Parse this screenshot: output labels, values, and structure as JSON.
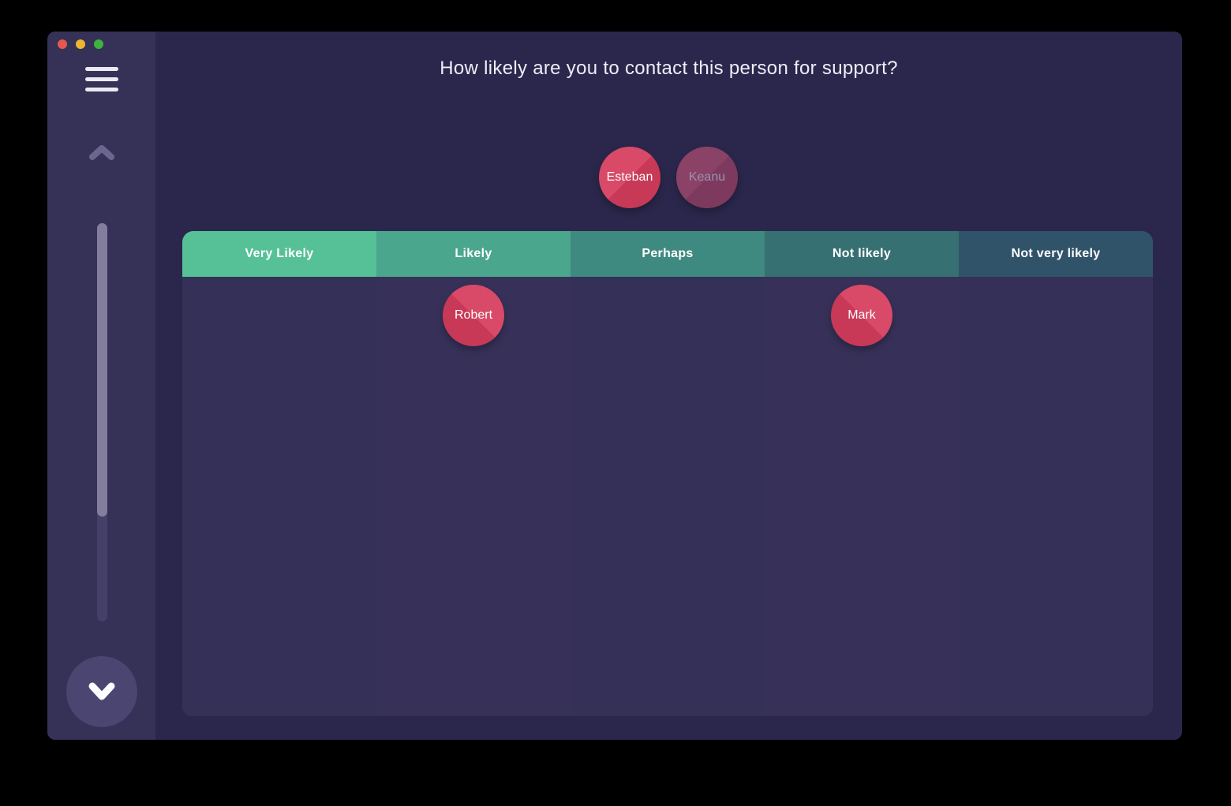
{
  "window": {
    "controls": [
      {
        "name": "close",
        "color": "#e4594f"
      },
      {
        "name": "minimize",
        "color": "#f0b52f"
      },
      {
        "name": "zoom",
        "color": "#3cb43e"
      }
    ]
  },
  "sidebar": {
    "menu_icon": "hamburger-menu",
    "scroll_up_icon": "chevron-up",
    "scroll_down_icon": "chevron-down"
  },
  "question": {
    "title": "How likely are you to contact this person for support?"
  },
  "cards_to_sort": [
    {
      "name": "Esteban",
      "state": "active"
    },
    {
      "name": "Keanu",
      "state": "inactive"
    }
  ],
  "board": {
    "columns": [
      {
        "label": "Very Likely",
        "header_color": "#56c197",
        "cards": []
      },
      {
        "label": "Likely",
        "header_color": "#4aa68d",
        "cards": [
          {
            "name": "Robert"
          }
        ]
      },
      {
        "label": "Perhaps",
        "header_color": "#3f8a80",
        "cards": []
      },
      {
        "label": "Not likely",
        "header_color": "#377072",
        "cards": [
          {
            "name": "Mark"
          }
        ]
      },
      {
        "label": "Not very likely",
        "header_color": "#31536a",
        "cards": []
      }
    ]
  },
  "colors": {
    "card_active": "#d04060",
    "card_inactive": "#823d61",
    "window_bg": "#2b274c",
    "sidebar_bg": "#363157"
  }
}
